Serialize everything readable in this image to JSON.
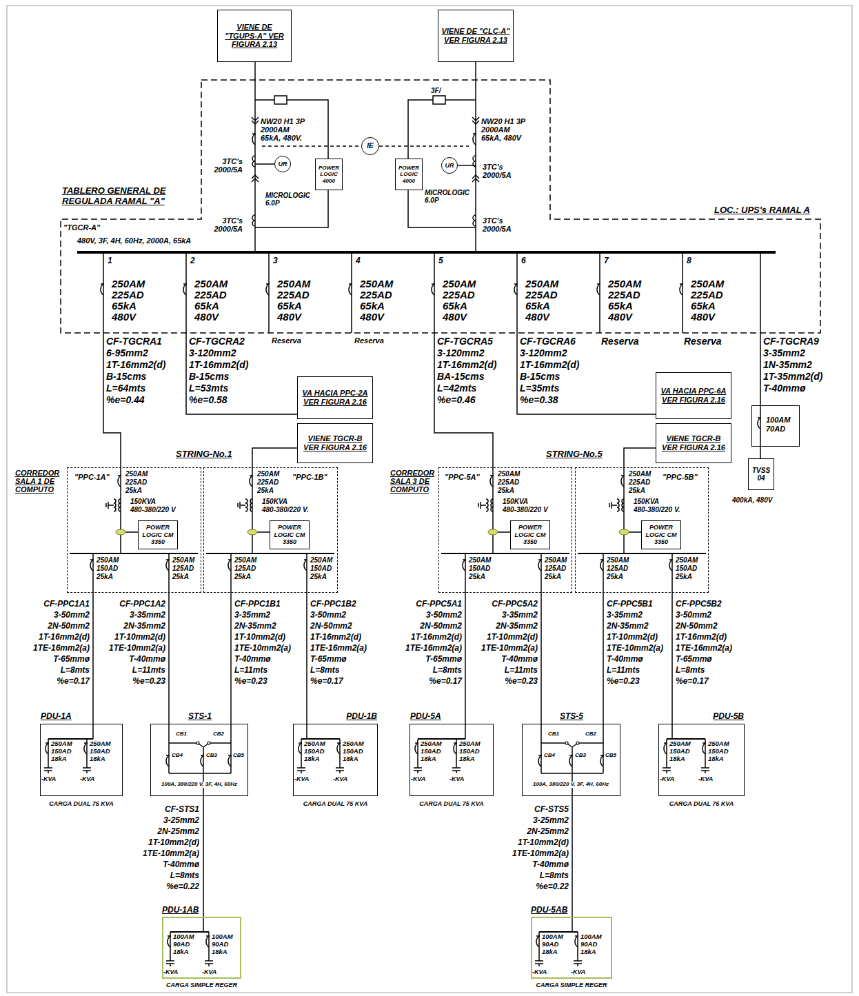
{
  "diagram": {
    "nodes": [
      {
        "text": [
          "VIENE DE \"TGUPS-A\" VER FIGURA 2.13"
        ]
      },
      {
        "text": [
          "VIENE DE \"CLC-A\" VER FIGURA 2.13"
        ]
      },
      {
        "text": [
          "TABLERO GENERAL DE REGULADA RAMAL \"A\"",
          "\"TGCR-A\"",
          "480V, 3F, 4H, 60Hz, 2000A, 65kA"
        ]
      },
      {
        "text": [
          "POWER LOGIC 4000"
        ],
        "in": 2
      },
      {
        "text": [
          "UR"
        ],
        "in": 2
      },
      {
        "text": [
          "IE"
        ],
        "in": 2
      },
      {
        "text": [
          "POWER LOGIC 4000"
        ],
        "in": 2
      },
      {
        "text": [
          "UR"
        ],
        "in": 2
      },
      {
        "text": [
          "VA HACIA PPC-2A VER FIGURA 2.16"
        ]
      },
      {
        "text": [
          "VIENE TGCR-B VER FIGURA 2.16"
        ]
      },
      {
        "text": [
          "VA HACIA PPC-6A VER FIGURA 2.16"
        ]
      },
      {
        "text": [
          "VIENE TGCR-B VER FIGURA 2.16"
        ]
      },
      {
        "text": [
          "100AM 70AD"
        ]
      },
      {
        "text": [
          "TVSS 04"
        ]
      },
      {
        "text": [
          "\"PPC-1A\""
        ]
      },
      {
        "text": [
          "POWER LOGIC CM 3350"
        ],
        "in": 14
      },
      {
        "text": [
          "\"PPC-1B\""
        ]
      },
      {
        "text": [
          "POWER LOGIC CM 3350"
        ],
        "in": 16
      },
      {
        "text": [
          "\"PPC-5A\""
        ]
      },
      {
        "text": [
          "POWER LOGIC CM 3350"
        ],
        "in": 18
      },
      {
        "text": [
          "\"PPC-5B\""
        ]
      },
      {
        "text": [
          "POWER LOGIC CM 3350"
        ],
        "in": 20
      },
      {
        "text": [
          "PDU-1A"
        ]
      },
      {
        "text": [
          "STS-1"
        ]
      },
      {
        "text": [
          "PDU-1B"
        ]
      },
      {
        "text": [
          "PDU-5A"
        ]
      },
      {
        "text": [
          "STS-5"
        ]
      },
      {
        "text": [
          "PDU-5B"
        ]
      },
      {
        "text": [
          "PDU-1AB"
        ]
      },
      {
        "text": [
          "PDU-5AB"
        ]
      }
    ],
    "edges": [
      {
        "from": 0,
        "to": 2,
        "arrow": "none"
      },
      {
        "from": 1,
        "to": 2,
        "arrow": "none"
      },
      {
        "from": 2,
        "to": 14,
        "arrow": "none"
      },
      {
        "from": 2,
        "to": 8,
        "arrow": "none"
      },
      {
        "from": 9,
        "to": 16,
        "arrow": "none"
      },
      {
        "from": 2,
        "to": 18,
        "arrow": "none"
      },
      {
        "from": 2,
        "to": 10,
        "arrow": "none"
      },
      {
        "from": 11,
        "to": 20,
        "arrow": "none"
      },
      {
        "from": 2,
        "to": 12,
        "arrow": "none"
      },
      {
        "from": 12,
        "to": 13,
        "arrow": "none"
      },
      {
        "from": 14,
        "to": 22,
        "arrow": "none"
      },
      {
        "from": 14,
        "to": 23,
        "arrow": "none"
      },
      {
        "from": 16,
        "to": 23,
        "arrow": "none"
      },
      {
        "from": 16,
        "to": 24,
        "arrow": "none"
      },
      {
        "from": 18,
        "to": 25,
        "arrow": "none"
      },
      {
        "from": 18,
        "to": 26,
        "arrow": "none"
      },
      {
        "from": 20,
        "to": 26,
        "arrow": "none"
      },
      {
        "from": 20,
        "to": 27,
        "arrow": "none"
      },
      {
        "from": 23,
        "to": 28,
        "arrow": "none"
      },
      {
        "from": 26,
        "to": 29,
        "arrow": "none"
      }
    ],
    "labels": [
      "NW20 H1 3P",
      "2000AM",
      "65kA, 480V.",
      "3F/",
      "NW20 H1 3P",
      "2000AM",
      "65kA, 480V",
      "3TC's",
      "2000/5A",
      "MICROLOGIC 6.0P",
      "MICROLOGIC 6.0P",
      "3TC's",
      "2000/5A",
      "LOC.: UPS's RAMAL A",
      "3TC's",
      "2000/5A",
      "3TC's",
      "2000/5A",
      "1",
      "2",
      "3",
      "4",
      "5",
      "6",
      "7",
      "8",
      "250AM",
      "225AD",
      "65kA",
      "480V",
      "250AM",
      "225AD",
      "65kA",
      "480V",
      "250AM",
      "225AD",
      "65kA",
      "480V",
      "250AM",
      "225AD",
      "65kA",
      "480V",
      "250AM",
      "225AD",
      "65kA",
      "480V",
      "250AM",
      "225AD",
      "65kA",
      "480V",
      "250AM",
      "225AD",
      "65kA",
      "480V",
      "250AM",
      "225AD",
      "65kA",
      "480V",
      "CF-TGCRA1",
      "6-95mm2",
      "1T-16mm2(d)",
      "B-15cms",
      "L=64mts",
      "%e=0.44",
      "CF-TGCRA2",
      "3-120mm2",
      "1T-16mm2(d)",
      "B-15cms",
      "L=53mts",
      "%e=0.58",
      "Reserva",
      "Reserva",
      "CF-TGCRA5",
      "3-120mm2",
      "1T-16mm2(d)",
      "BA-15cms",
      "L=42mts",
      "%e=0.46",
      "CF-TGCRA6",
      "3-120mm2",
      "1T-16mm2(d)",
      "B-15cms",
      "L=35mts",
      "%e=0.38",
      "Reserva",
      "Reserva",
      "CF-TGCRA9",
      "3-35mm2",
      "1N-35mm2",
      "1T-35mm2(d)",
      "T-40mmø",
      "STRING-No.1",
      "STRING-No.5",
      "400kA, 480V",
      "CORREDOR SALA 1 DE COMPUTO",
      "CORREDOR SALA 3 DE COMPUTO",
      "250AM",
      "225AD",
      "25kA",
      "150KVA",
      "480-380/220 V",
      "250AM",
      "150AD",
      "25kA",
      "250AM",
      "125AD",
      "25kA",
      "250AM",
      "225AD",
      "25kA",
      "150KVA",
      "480-380/220 V.",
      "250AM",
      "125AD",
      "25kA",
      "250AM",
      "150AD",
      "25kA",
      "250AM",
      "225AD",
      "25kA",
      "150KVA",
      "480-380/220 V",
      "250AM",
      "150AD",
      "25kA",
      "250AM",
      "125AD",
      "25kA",
      "250AM",
      "225AD",
      "25kA",
      "150KVA",
      "480-380/220 V.",
      "250AM",
      "125AD",
      "25kA",
      "250AM",
      "150AD",
      "25kA",
      "CF-PPC1A1",
      "3-50mm2",
      "2N-50mm2",
      "1T-16mm2(d)",
      "1TE-16mm2(a)",
      "T-65mmø",
      "L=8mts",
      "%e=0.17",
      "CF-PPC1A2",
      "3-35mm2",
      "2N-35mm2",
      "1T-10mm2(d)",
      "1TE-10mm2(a)",
      "T-40mmø",
      "L=11mts",
      "%e=0.23",
      "CF-PPC1B1",
      "3-35mm2",
      "2N-35mm2",
      "1T-10mm2(d)",
      "1TE-10mm2(a)",
      "T-40mmø",
      "L=11mts",
      "%e=0.23",
      "CF-PPC1B2",
      "3-50mm2",
      "2N-50mm2",
      "1T-16mm2(d)",
      "1TE-16mm2(a)",
      "T-65mmø",
      "L=8mts",
      "%e=0.17",
      "CF-PPC5A1",
      "3-50mm2",
      "2N-50mm2",
      "1T-16mm2(d)",
      "1TE-16mm2(a)",
      "T-65mmø",
      "L=8mts",
      "%e=0.17",
      "CF-PPC5A2",
      "3-35mm2",
      "2N-35mm2",
      "1T-10mm2(d)",
      "1TE-10mm2(a)",
      "T-40mmø",
      "L=11mts",
      "%e=0.23",
      "CF-PPC5B1",
      "3-35mm2",
      "2N-35mm2",
      "1T-10mm2(d)",
      "1TE-10mm2(a)",
      "T-40mmø",
      "L=11mts",
      "%e=0.23",
      "CF-PPC5B2",
      "3-50mm2",
      "2N-50mm2",
      "1T-16mm2(d)",
      "1TE-16mm2(a)",
      "T-65mmø",
      "L=8mts",
      "%e=0.17",
      "250AM",
      "150AD",
      "18kA",
      "250AM",
      "150AD",
      "18kA",
      "-KVA",
      "-KVA",
      "CARGA DUAL 75 KVA",
      "CB1",
      "CB2",
      "CB4",
      "CB3",
      "CB5",
      "100A, 380/220 V, 3F, 4H, 60Hz",
      "250AM",
      "150AD",
      "18kA",
      "250AM",
      "150AD",
      "18kA",
      "-KVA",
      "-KVA",
      "CARGA DUAL 75 KVA",
      "250AM",
      "150AD",
      "18kA",
      "250AM",
      "150AD",
      "18kA",
      "-KVA",
      "-KVA",
      "CARGA DUAL 75 KVA",
      "CB1",
      "CB2",
      "CB4",
      "CB3",
      "CB5",
      "100A, 380/220 V, 3F, 4H, 60Hz",
      "250AM",
      "150AD",
      "18kA",
      "250AM",
      "150AD",
      "18kA",
      "-KVA",
      "-KVA",
      "CARGA DUAL 75 KVA",
      "CF-STS1",
      "3-25mm2",
      "2N-25mm2",
      "1T-10mm2(d)",
      "1TE-10mm2(a)",
      "T-40mmø",
      "L=8mts",
      "%e=0.22",
      "CF-STS5",
      "3-25mm2",
      "2N-25mm2",
      "1T-10mm2(d)",
      "1TE-10mm2(a)",
      "T-40mmø",
      "L=8mts",
      "%e=0.22",
      "100AM",
      "90AD",
      "18kA",
      "100AM",
      "90AD",
      "18kA",
      "-KVA",
      "-KVA",
      "CARGA SIMPLE REGER",
      "100AM",
      "90AD",
      "18kA",
      "100AM",
      "90AD",
      "18kA",
      "-KVA",
      "-KVA",
      "CARGA SIMPLE REGER"
    ]
  }
}
